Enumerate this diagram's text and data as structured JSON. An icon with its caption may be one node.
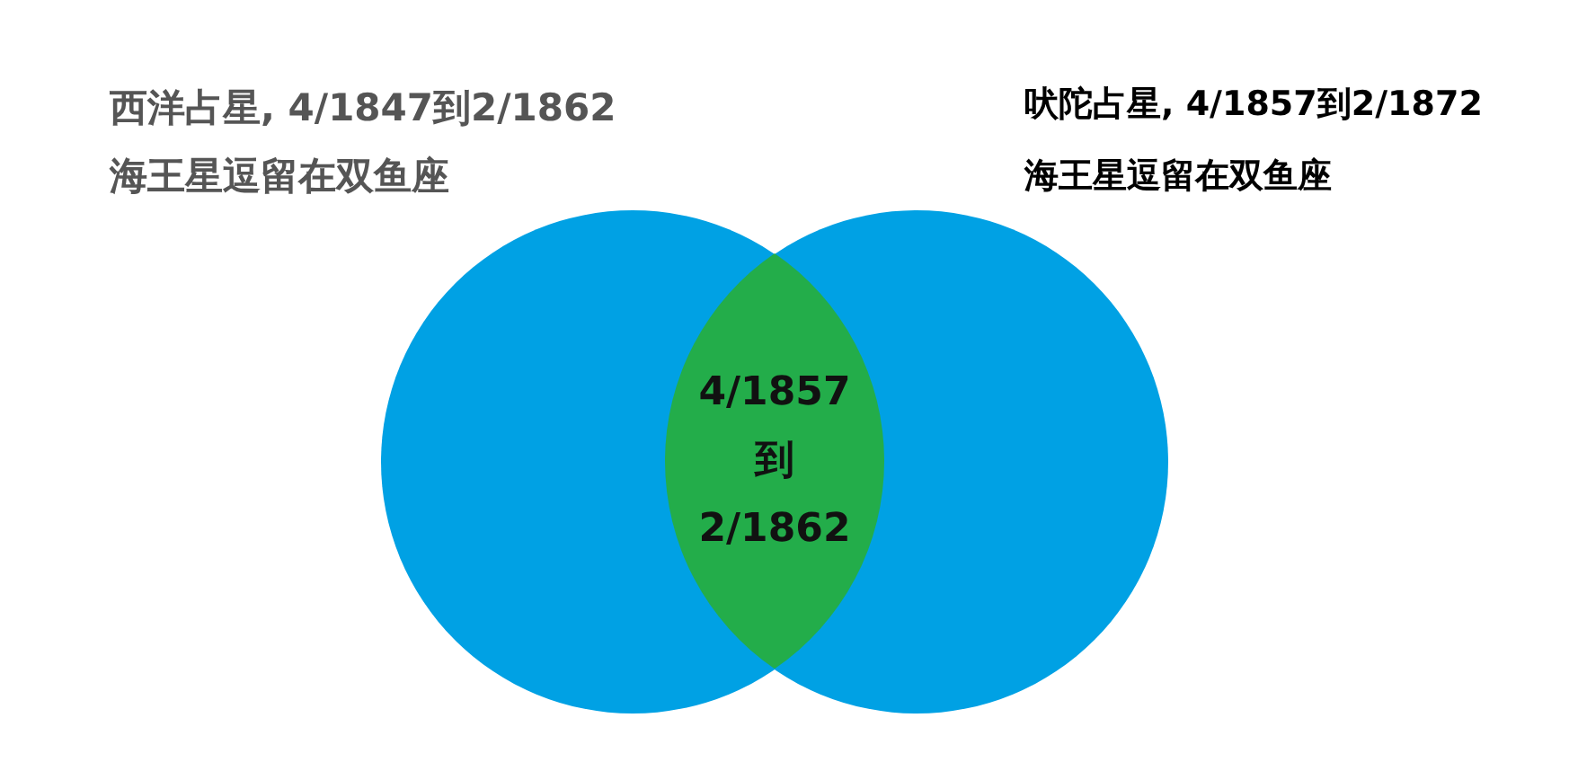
{
  "diagram": {
    "nodes": [
      {
        "text": [
          "西洋占星, 4/1847到2/1862",
          "海王星逗留在双鱼座"
        ]
      },
      {
        "text": [
          "吠陀占星, 4/1857到2/1872",
          "海王星逗留在双鱼座"
        ]
      },
      {
        "text": [
          "4/1857到2/1862"
        ]
      }
    ]
  }
}
